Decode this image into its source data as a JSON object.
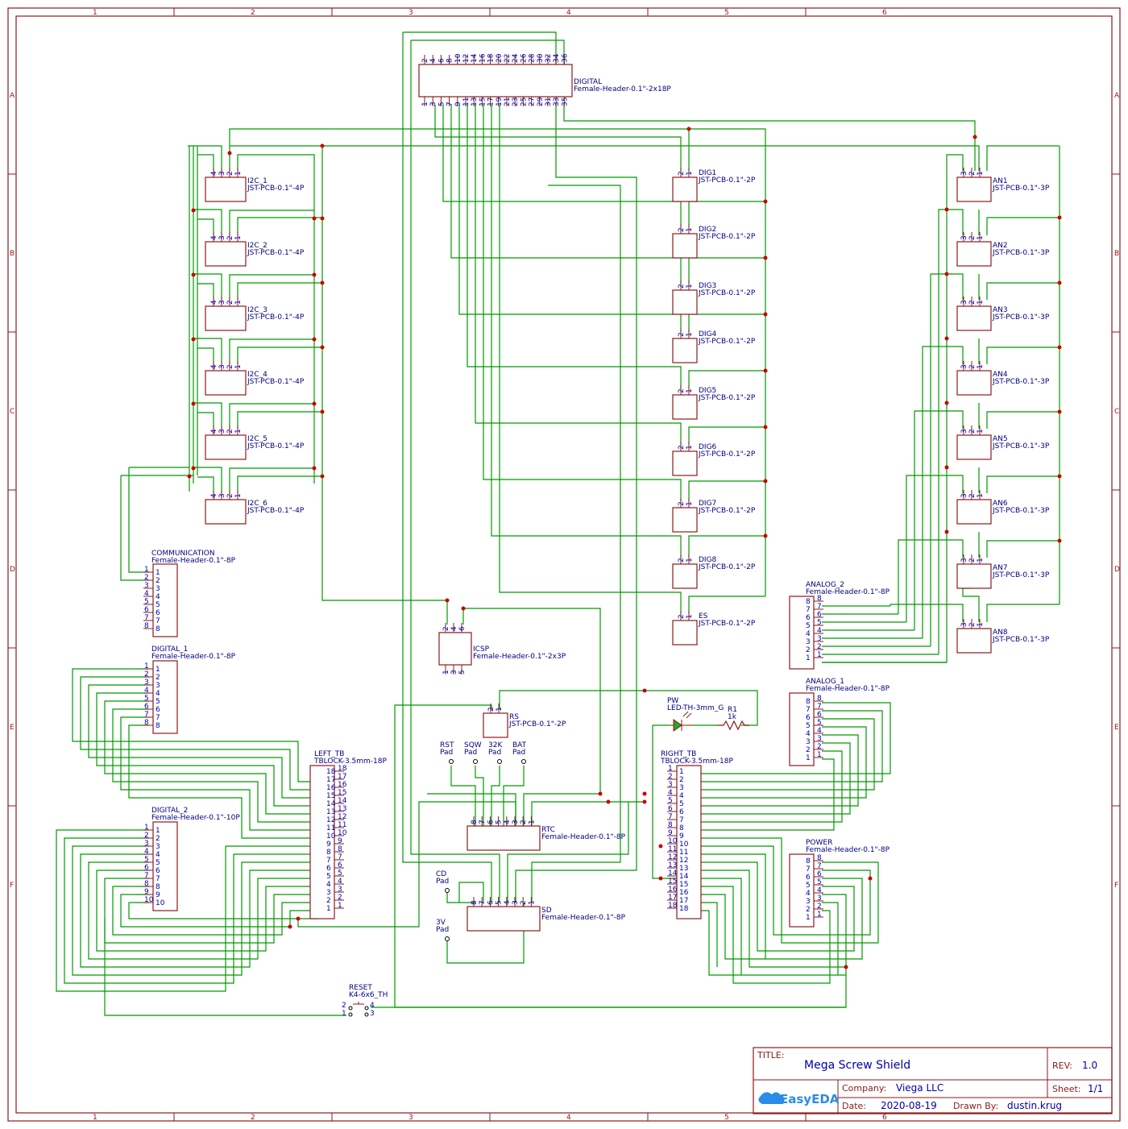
{
  "zones": {
    "columns": [
      "1",
      "2",
      "3",
      "4",
      "5",
      "6"
    ],
    "rows": [
      "A",
      "B",
      "C",
      "D",
      "E",
      "F"
    ]
  },
  "title_block": {
    "title_label": "TITLE:",
    "title": "Mega Screw Shield",
    "rev_label": "REV:",
    "rev": "1.0",
    "company_label": "Company:",
    "company": "Viega LLC",
    "sheet_label": "Sheet:",
    "sheet": "1/1",
    "date_label": "Date:",
    "date": "2020-08-19",
    "drawn_label": "Drawn By:",
    "drawn_by": "dustin.krug",
    "logo": "EasyEDA"
  },
  "digital_header": {
    "name": "DIGITAL",
    "part": "Female-Header-0.1\"-2x18P",
    "top_pins": [
      "2",
      "4",
      "6",
      "8",
      "10",
      "12",
      "14",
      "16",
      "18",
      "20",
      "22",
      "24",
      "26",
      "28",
      "30",
      "32",
      "34",
      "36"
    ],
    "bottom_pins": [
      "1",
      "3",
      "5",
      "7",
      "9",
      "11",
      "13",
      "15",
      "17",
      "19",
      "21",
      "23",
      "25",
      "27",
      "29",
      "31",
      "33",
      "35"
    ]
  },
  "i2c": {
    "part": "JST-PCB-0.1\"-4P",
    "names": [
      "I2C_1",
      "I2C_2",
      "I2C_3",
      "I2C_4",
      "I2C_5",
      "I2C_6"
    ],
    "pins": [
      "4",
      "3",
      "2",
      "1"
    ]
  },
  "dig": {
    "part": "JST-PCB-0.1\"-2P",
    "names": [
      "DIG1",
      "DIG2",
      "DIG3",
      "DIG4",
      "DIG5",
      "DIG6",
      "DIG7",
      "DIG8",
      "ES"
    ],
    "pins": [
      "2",
      "1"
    ]
  },
  "an": {
    "part": "JST-PCB-0.1\"-3P",
    "names": [
      "AN1",
      "AN2",
      "AN3",
      "AN4",
      "AN5",
      "AN6",
      "AN7",
      "AN8"
    ],
    "pins": [
      "3",
      "2",
      "1"
    ]
  },
  "communication": {
    "name": "COMMUNICATION",
    "part": "Female-Header-0.1\"-8P",
    "pins": [
      "1",
      "2",
      "3",
      "4",
      "5",
      "6",
      "7",
      "8"
    ]
  },
  "digital_1": {
    "name": "DIGITAL_1",
    "part": "Female-Header-0.1\"-8P",
    "pins": [
      "1",
      "2",
      "3",
      "4",
      "5",
      "6",
      "7",
      "8"
    ]
  },
  "digital_2": {
    "name": "DIGITAL_2",
    "part": "Female-Header-0.1\"-10P",
    "pins": [
      "1",
      "2",
      "3",
      "4",
      "5",
      "6",
      "7",
      "8",
      "9",
      "10"
    ]
  },
  "analog_2": {
    "name": "ANALOG_2",
    "part": "Female-Header-0.1\"-8P",
    "pins": [
      "8",
      "7",
      "6",
      "5",
      "4",
      "3",
      "2",
      "1"
    ]
  },
  "analog_1": {
    "name": "ANALOG_1",
    "part": "Female-Header-0.1\"-8P",
    "pins": [
      "8",
      "7",
      "6",
      "5",
      "4",
      "3",
      "2",
      "1"
    ]
  },
  "power": {
    "name": "POWER",
    "part": "Female-Header-0.1\"-8P",
    "pins": [
      "8",
      "7",
      "6",
      "5",
      "4",
      "3",
      "2",
      "1"
    ]
  },
  "left_tb": {
    "name": "LEFT_TB",
    "part": "TBLOCK-3.5mm-18P",
    "pins": [
      "18",
      "17",
      "16",
      "15",
      "14",
      "13",
      "12",
      "11",
      "10",
      "9",
      "8",
      "7",
      "6",
      "5",
      "4",
      "3",
      "2",
      "1"
    ]
  },
  "right_tb": {
    "name": "RIGHT_TB",
    "part": "TBLOCK-3.5mm-18P",
    "pins": [
      "1",
      "2",
      "3",
      "4",
      "5",
      "6",
      "7",
      "8",
      "9",
      "10",
      "11",
      "12",
      "13",
      "14",
      "15",
      "16",
      "17",
      "18"
    ]
  },
  "icsp": {
    "name": "ICSP",
    "part": "Female-Header-0.1\"-2x3P",
    "top_pins": [
      "2",
      "4",
      "6"
    ],
    "bottom_pins": [
      "1",
      "3",
      "5"
    ]
  },
  "rs": {
    "name": "RS",
    "part": "JST-PCB-0.1\"-2P",
    "pins": [
      "2",
      "1"
    ]
  },
  "rtc": {
    "name": "RTC",
    "part": "Female-Header-0.1\"-8P",
    "pins": [
      "8",
      "7",
      "6",
      "5",
      "4",
      "3",
      "2",
      "1"
    ]
  },
  "sd": {
    "name": "SD",
    "part": "Female-Header-0.1\"-8P",
    "pins": [
      "8",
      "7",
      "6",
      "5",
      "4",
      "3",
      "2",
      "1"
    ]
  },
  "pads": [
    {
      "name": "RST",
      "sub": "Pad"
    },
    {
      "name": "SQW",
      "sub": "Pad"
    },
    {
      "name": "32K",
      "sub": "Pad"
    },
    {
      "name": "BAT",
      "sub": "Pad"
    },
    {
      "name": "CD",
      "sub": "Pad"
    },
    {
      "name": "3V",
      "sub": "Pad"
    }
  ],
  "led": {
    "name": "PW",
    "part": "LED-TH-3mm_G"
  },
  "resistor": {
    "name": "R1",
    "value": "1k"
  },
  "reset": {
    "name": "RESET",
    "part": "K4-6x6_TH",
    "pins": [
      "2",
      "1",
      "4",
      "3"
    ]
  },
  "colors": {
    "frame": "#8b1a1a",
    "wire": "#009900",
    "text": "#000080",
    "junction": "#cc0000",
    "led": "#22aa22",
    "logo": "#2b8ce6"
  }
}
